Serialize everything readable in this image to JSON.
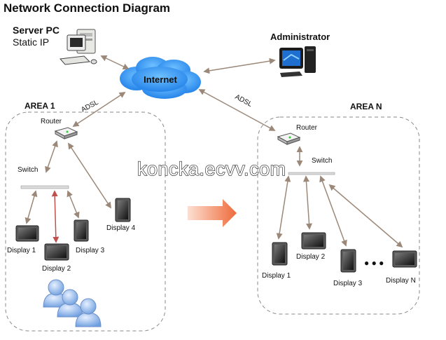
{
  "title": "Network Connection Diagram",
  "server": {
    "label": "Server PC",
    "sublabel": "Static IP"
  },
  "administrator": {
    "label": "Administrator"
  },
  "internet": {
    "label": "Internet"
  },
  "links": {
    "adsl_left": "ADSL",
    "adsl_right": "ADSL"
  },
  "area1": {
    "label": "AREA 1",
    "router": "Router",
    "switch": "Switch",
    "displays": [
      "Display 1",
      "Display 2",
      "Display 3",
      "Display 4"
    ]
  },
  "arean": {
    "label": "AREA N",
    "router": "Router",
    "switch": "Switch",
    "displays": [
      "Display 1",
      "Display 2",
      "Display 3",
      "Display N"
    ],
    "ellipsis": "● ● ●"
  },
  "watermark": "koncka.ecvv.com",
  "colors": {
    "arrow": "#9c8878",
    "boundary": "#8a8a8a",
    "cloud": "#2f8ff2",
    "flow_arrow": "#f07a4e",
    "users": "#7aa7e6"
  }
}
